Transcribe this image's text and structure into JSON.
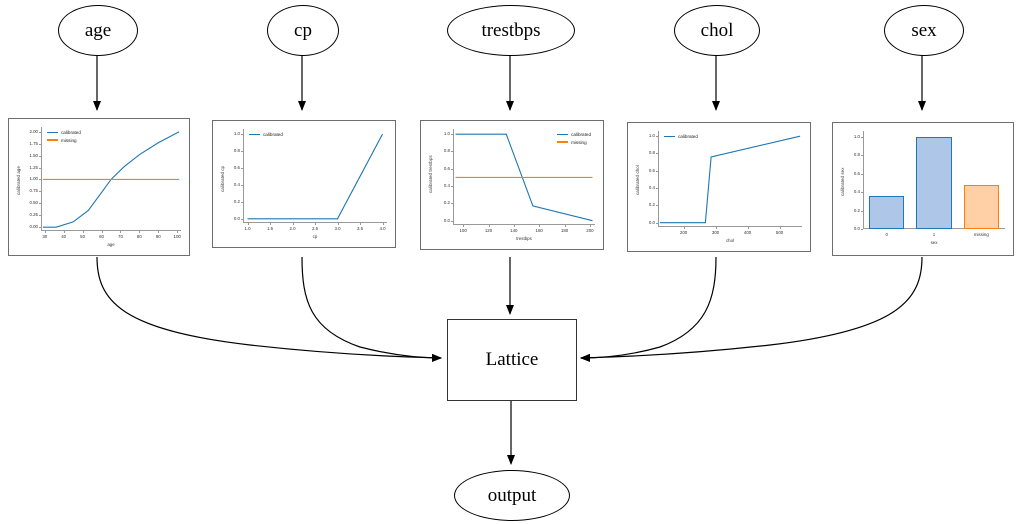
{
  "graph": {
    "input_nodes": [
      {
        "id": "age",
        "label": "age"
      },
      {
        "id": "cp",
        "label": "cp"
      },
      {
        "id": "trestbps",
        "label": "trestbps"
      },
      {
        "id": "chol",
        "label": "chol"
      },
      {
        "id": "sex",
        "label": "sex"
      }
    ],
    "model_node": {
      "id": "lattice",
      "label": "Lattice"
    },
    "output_node": {
      "id": "output",
      "label": "output"
    },
    "edge_color": "#000000"
  },
  "colors": {
    "calibrated": "#1f77b4",
    "missing": "#ff7f0e",
    "bar_blue_face": "#aec7e8",
    "bar_blue_edge": "#1f77b4",
    "bar_orange_face": "#ffd0a6",
    "bar_orange_edge": "#ff7f0e",
    "panel_border": "#6e6e6e",
    "axis": "#999999"
  },
  "chart_data": [
    {
      "id": "age",
      "type": "line",
      "title": "",
      "xlabel": "age",
      "ylabel": "calibrated age",
      "xlim": [
        28,
        102
      ],
      "ylim": [
        -0.08,
        2.1
      ],
      "xticks": [
        "30",
        "40",
        "50",
        "60",
        "70",
        "80",
        "90",
        "100"
      ],
      "xtick_values": [
        30,
        40,
        50,
        60,
        70,
        80,
        90,
        100
      ],
      "yticks": [
        "0.00",
        "0.25",
        "0.50",
        "0.75",
        "1.00",
        "1.25",
        "1.50",
        "1.75",
        "2.00"
      ],
      "ytick_values": [
        0.0,
        0.25,
        0.5,
        0.75,
        1.0,
        1.25,
        1.5,
        1.75,
        2.0
      ],
      "legend": [
        "calibrated",
        "missing"
      ],
      "legend_position": "upper left",
      "grid": false,
      "series": [
        {
          "name": "calibrated",
          "color": "#1f77b4",
          "x": [
            29,
            36,
            45,
            53,
            61,
            65,
            72,
            80,
            90,
            101
          ],
          "values": [
            0.0,
            0.0,
            0.11,
            0.35,
            0.78,
            1.0,
            1.27,
            1.52,
            1.77,
            2.0
          ]
        },
        {
          "name": "missing",
          "color": "#ff7f0e",
          "x": [
            29,
            101
          ],
          "values": [
            1.0,
            1.0
          ]
        }
      ]
    },
    {
      "id": "cp",
      "type": "line",
      "title": "",
      "xlabel": "cp",
      "ylabel": "calibrated cp",
      "xlim": [
        0.9,
        4.1
      ],
      "ylim": [
        -0.05,
        1.06
      ],
      "xticks": [
        "1.0",
        "1.5",
        "2.0",
        "2.5",
        "3.0",
        "3.5",
        "4.0"
      ],
      "xtick_values": [
        1.0,
        1.5,
        2.0,
        2.5,
        3.0,
        3.5,
        4.0
      ],
      "yticks": [
        "0.0",
        "0.2",
        "0.4",
        "0.6",
        "0.8",
        "1.0"
      ],
      "ytick_values": [
        0.0,
        0.2,
        0.4,
        0.6,
        0.8,
        1.0
      ],
      "legend": [
        "calibrated"
      ],
      "legend_position": "upper left",
      "grid": false,
      "series": [
        {
          "name": "calibrated",
          "color": "#1f77b4",
          "x": [
            1.0,
            2.0,
            3.0,
            4.0
          ],
          "values": [
            0.0,
            0.0,
            0.0,
            1.0
          ]
        }
      ]
    },
    {
      "id": "trestbps",
      "type": "line",
      "title": "",
      "xlabel": "trestbps",
      "ylabel": "calibrated trestbps",
      "xlim": [
        92,
        204
      ],
      "ylim": [
        -0.05,
        1.06
      ],
      "xticks": [
        "100",
        "120",
        "140",
        "160",
        "180",
        "200"
      ],
      "xtick_values": [
        100,
        120,
        140,
        160,
        180,
        200
      ],
      "yticks": [
        "0.0",
        "0.2",
        "0.4",
        "0.6",
        "0.8",
        "1.0"
      ],
      "ytick_values": [
        0.0,
        0.2,
        0.4,
        0.6,
        0.8,
        1.0
      ],
      "legend": [
        "calibrated",
        "missing"
      ],
      "legend_position": "upper right",
      "grid": false,
      "series": [
        {
          "name": "calibrated",
          "color": "#1f77b4",
          "x": [
            94,
            134,
            155,
            202
          ],
          "values": [
            1.0,
            1.0,
            0.17,
            0.0
          ]
        },
        {
          "name": "missing",
          "color": "#ff7f0e",
          "x": [
            94,
            202
          ],
          "values": [
            0.5,
            0.5
          ]
        }
      ]
    },
    {
      "id": "chol",
      "type": "line",
      "title": "",
      "xlabel": "chol",
      "ylabel": "calibrated chol",
      "xlim": [
        120,
        570
      ],
      "ylim": [
        -0.05,
        1.06
      ],
      "xticks": [
        "200",
        "300",
        "400",
        "500"
      ],
      "xtick_values": [
        200,
        300,
        400,
        500
      ],
      "yticks": [
        "0.0",
        "0.2",
        "0.4",
        "0.6",
        "0.8",
        "1.0"
      ],
      "ytick_values": [
        0.0,
        0.2,
        0.4,
        0.6,
        0.8,
        1.0
      ],
      "legend": [
        "calibrated"
      ],
      "legend_position": "upper left",
      "grid": false,
      "series": [
        {
          "name": "calibrated",
          "color": "#1f77b4",
          "x": [
            126,
            268,
            286,
            564
          ],
          "values": [
            0.0,
            0.0,
            0.76,
            1.0
          ]
        }
      ]
    },
    {
      "id": "sex",
      "type": "bar",
      "title": "",
      "xlabel": "sex",
      "ylabel": "calibrated sex",
      "ylim": [
        0.0,
        1.06
      ],
      "yticks": [
        "0.0",
        "0.2",
        "0.4",
        "0.6",
        "0.8",
        "1.0"
      ],
      "ytick_values": [
        0.0,
        0.2,
        0.4,
        0.6,
        0.8,
        1.0
      ],
      "categories": [
        "0",
        "1",
        "missing"
      ],
      "values": [
        0.36,
        1.0,
        0.48
      ],
      "bar_colors": [
        "#aec7e8",
        "#aec7e8",
        "#ffd0a6"
      ],
      "bar_edge_colors": [
        "#1f77b4",
        "#1f77b4",
        "#ff7f0e"
      ],
      "grid": false,
      "legend": []
    }
  ]
}
